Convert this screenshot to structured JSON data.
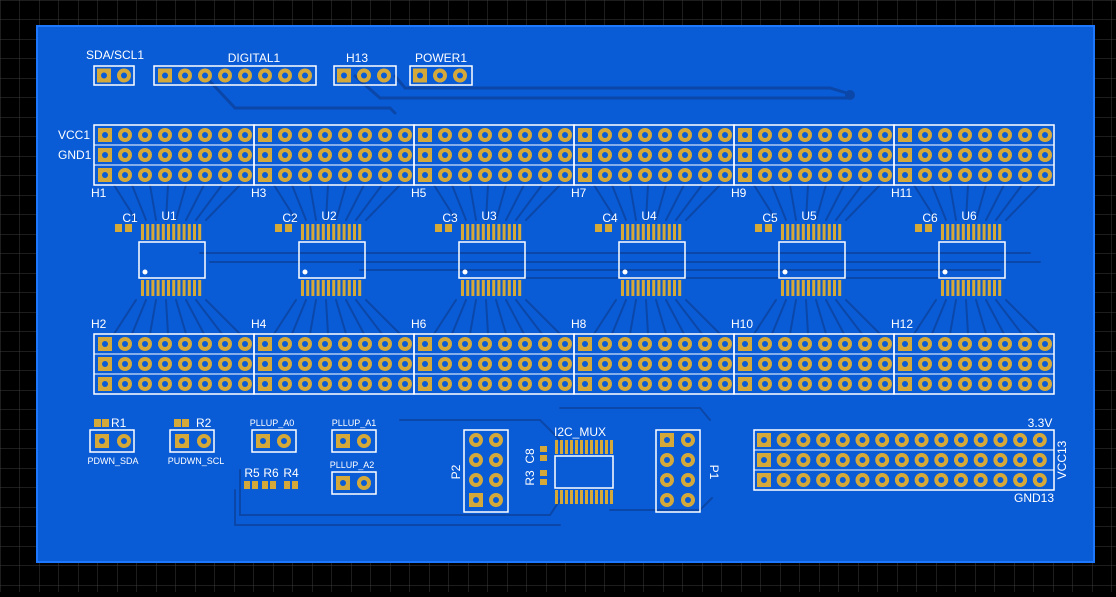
{
  "colors": {
    "background": "#000000",
    "grid": "#3a3a3a",
    "copper_pour": "#0a5bd6",
    "copper_edge": "#1e78ff",
    "trace": "#0b47a8",
    "pad": "#d4a93a",
    "silk": "#ffffff"
  },
  "board": {
    "connectors_top": [
      "SDA/SCL1",
      "DIGITAL1",
      "H13",
      "POWER1"
    ],
    "rail_labels": [
      "VCC1",
      "GND1"
    ],
    "headers_top": [
      "H1",
      "H3",
      "H5",
      "H7",
      "H9",
      "H11"
    ],
    "headers_bottom": [
      "H2",
      "H4",
      "H6",
      "H8",
      "H10",
      "H12"
    ],
    "ics": [
      "U1",
      "U2",
      "U3",
      "U4",
      "U5",
      "U6"
    ],
    "caps": [
      "C1",
      "C2",
      "C3",
      "C4",
      "C5",
      "C6"
    ],
    "resistors": [
      "R1",
      "R2",
      "R5",
      "R6",
      "R4",
      "R3",
      "C8"
    ],
    "pullups": [
      "PDWN_SDA",
      "PUDWN_SCL",
      "PLLUP_A0",
      "PLLUP_A1",
      "PLLUP_A2"
    ],
    "mux": "I2C_MUX",
    "mux_headers": [
      "P2",
      "P1"
    ],
    "power_block": [
      "3.3V",
      "VCC13",
      "GND13"
    ]
  }
}
